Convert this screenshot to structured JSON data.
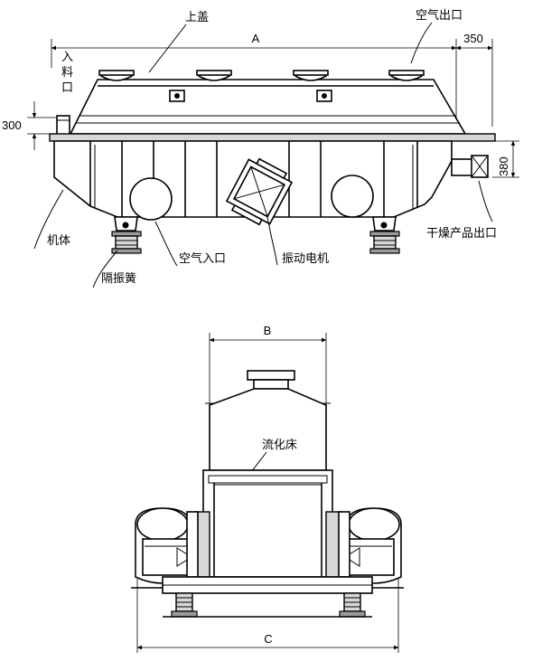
{
  "labels": {
    "top_cover": "上盖",
    "air_outlet": "空气出口",
    "feed_inlet_1": "入",
    "feed_inlet_2": "料",
    "feed_inlet_3": "口",
    "machine_body": "机体",
    "vibration_isolator": "隔振簧",
    "air_inlet": "空气入口",
    "vibration_motor": "振动电机",
    "dry_product_outlet": "干燥产品出口",
    "fluid_bed": "流化床"
  },
  "dimensions": {
    "a": "A",
    "b": "B",
    "c": "C",
    "d350": "350",
    "d300": "300",
    "d380": "380"
  }
}
